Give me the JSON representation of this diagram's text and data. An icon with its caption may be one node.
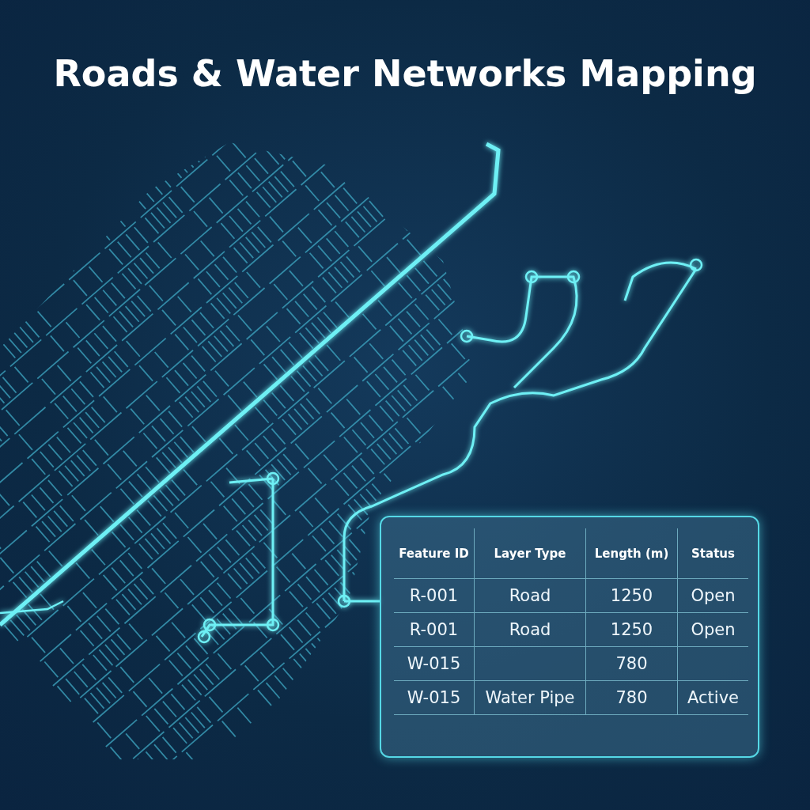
{
  "diagram": {
    "title": "Roads & Water Networks Mapping",
    "labels": [
      "Feature ID",
      "Layer Type",
      "Length (m)",
      "Status",
      "R-001",
      "Road",
      "1250",
      "Open",
      "R-001",
      "Road",
      "1250",
      "Open",
      "W-015",
      "780",
      "W-015",
      "Water Pipe",
      "780",
      "Active"
    ]
  }
}
